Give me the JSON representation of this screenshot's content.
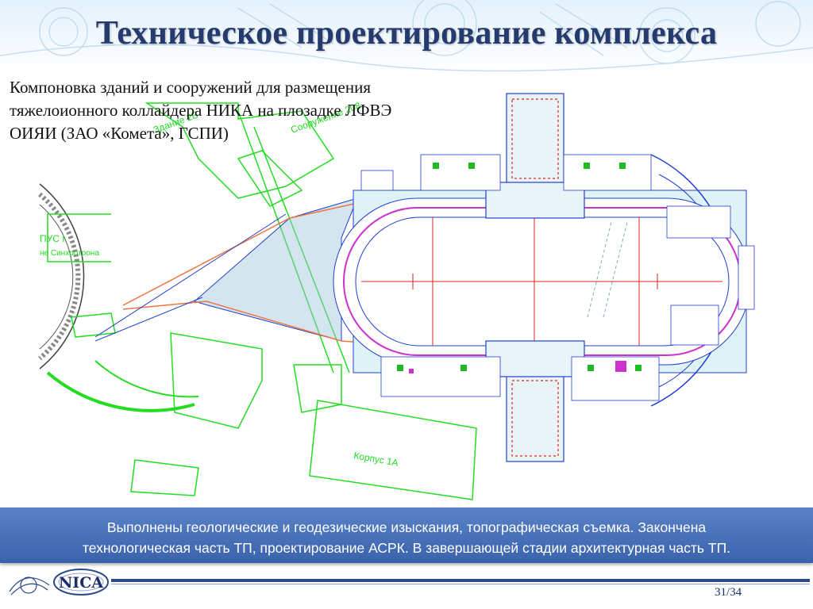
{
  "slide": {
    "title": "Техническое проектирование комплекса",
    "subtitle_lines": [
      "Компоновка зданий и сооружений для размещения",
      "тяжелоионного коллайдера НИКА на плозадке ЛФВЭ",
      "ОИЯИ (ЗАО «Комета», ГСПИ)"
    ],
    "banner_lines": [
      "Выполнены геологические и геодезические изыскания, топографическая  съемка. Закончена",
      "технологическая часть ТП, проектирование АСРК. В завершающей стадии архитектурная часть ТП."
    ],
    "page_number": "31/34",
    "logo_text": "NICA"
  },
  "drawing": {
    "labels": {
      "building_1a": "Корпус 1А",
      "structure_208": "Сооружение 208",
      "building_2b": "Здание 2Б",
      "pus": "ПУС I",
      "synchrophasotron": "не Синхротрона"
    }
  },
  "colors": {
    "title": "#253b6e",
    "banner": "#3a63ad",
    "plan_blue": "#1f3fd0",
    "plan_green": "#22dd22",
    "plan_magenta": "#cc33cc",
    "plan_red": "#dd2222"
  }
}
